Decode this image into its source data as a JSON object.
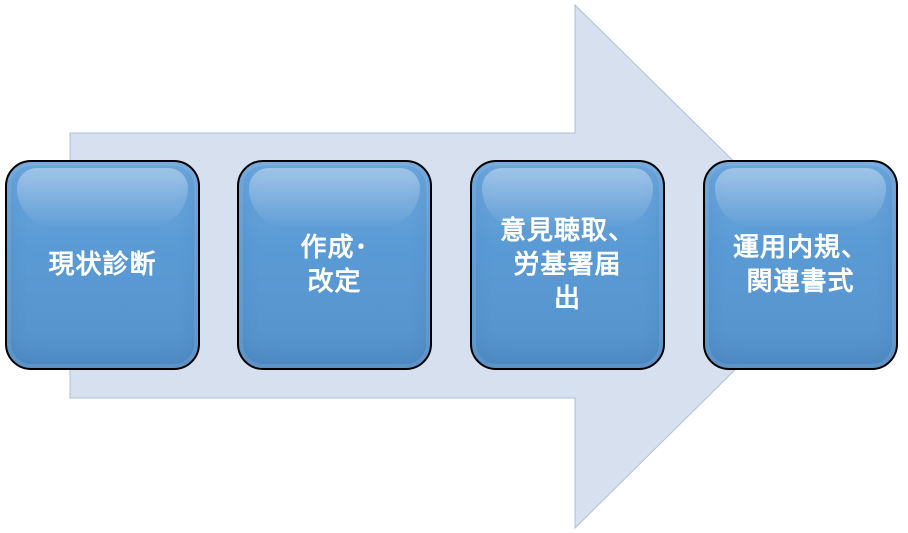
{
  "colors": {
    "arrow_fill": "#d6e0ee",
    "arrow_stroke": "#aebfd8",
    "box_fill": "#5b9bd5",
    "box_border": "#000000",
    "label_text": "#ffffff"
  },
  "steps": [
    {
      "label": "現状診断"
    },
    {
      "label": "作成･\n改定"
    },
    {
      "label": "意見聴取、\n労基署届\n出"
    },
    {
      "label": "運用内規、\n関連書式"
    }
  ]
}
